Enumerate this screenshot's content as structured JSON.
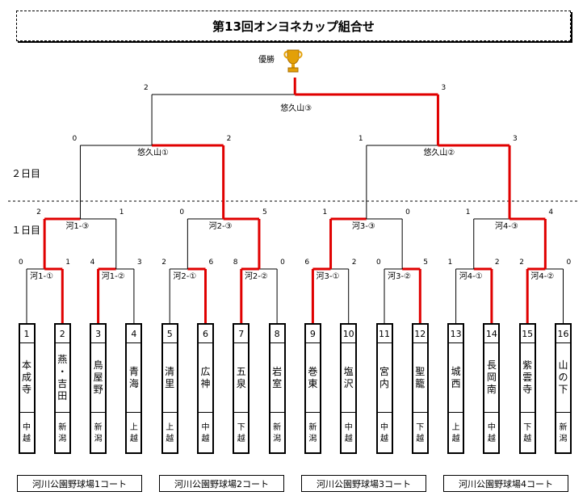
{
  "title": "第13回オンヨネカップ組合せ",
  "champion_label": "優勝",
  "day_labels": [
    "２日目",
    "１日目"
  ],
  "colors": {
    "winner_line": "#e00000",
    "line": "#000000",
    "trophy": "#e3a008"
  },
  "final": {
    "label": "悠久山③",
    "left_score": "2",
    "right_score": "3"
  },
  "semis": [
    {
      "label": "悠久山①",
      "left_score": "0",
      "right_score": "2"
    },
    {
      "label": "悠久山②",
      "left_score": "1",
      "right_score": "3"
    }
  ],
  "quarters": [
    {
      "label": "河1-③",
      "left_score": "2",
      "right_score": "1"
    },
    {
      "label": "河2-③",
      "left_score": "0",
      "right_score": "5"
    },
    {
      "label": "河3-③",
      "left_score": "1",
      "right_score": "0"
    },
    {
      "label": "河4-③",
      "left_score": "1",
      "right_score": "4"
    }
  ],
  "first_round": [
    {
      "label": "河1-①",
      "left_score": "0",
      "right_score": "1"
    },
    {
      "label": "河1-②",
      "left_score": "4",
      "right_score": "3"
    },
    {
      "label": "河2-①",
      "left_score": "2",
      "right_score": "6"
    },
    {
      "label": "河2-②",
      "left_score": "8",
      "right_score": "0"
    },
    {
      "label": "河3-①",
      "left_score": "6",
      "right_score": "2"
    },
    {
      "label": "河3-②",
      "left_score": "0",
      "right_score": "5"
    },
    {
      "label": "河4-①",
      "left_score": "1",
      "right_score": "2"
    },
    {
      "label": "河4-②",
      "left_score": "2",
      "right_score": "0"
    }
  ],
  "teams": [
    {
      "num": "1",
      "name": [
        "本",
        "成",
        "寺"
      ],
      "region": [
        "中",
        "越"
      ]
    },
    {
      "num": "2",
      "name": [
        "燕",
        "・",
        "吉",
        "田"
      ],
      "region": [
        "新",
        "潟"
      ]
    },
    {
      "num": "3",
      "name": [
        "鳥",
        "屋",
        "野"
      ],
      "region": [
        "新",
        "潟"
      ]
    },
    {
      "num": "4",
      "name": [
        "青",
        "海"
      ],
      "region": [
        "上",
        "越"
      ]
    },
    {
      "num": "5",
      "name": [
        "清",
        "里"
      ],
      "region": [
        "上",
        "越"
      ]
    },
    {
      "num": "6",
      "name": [
        "広",
        "神"
      ],
      "region": [
        "中",
        "越"
      ]
    },
    {
      "num": "7",
      "name": [
        "五",
        "泉"
      ],
      "region": [
        "下",
        "越"
      ]
    },
    {
      "num": "8",
      "name": [
        "岩",
        "室"
      ],
      "region": [
        "新",
        "潟"
      ]
    },
    {
      "num": "9",
      "name": [
        "巻",
        "東"
      ],
      "region": [
        "新",
        "潟"
      ]
    },
    {
      "num": "10",
      "name": [
        "塩",
        "沢"
      ],
      "region": [
        "中",
        "越"
      ]
    },
    {
      "num": "11",
      "name": [
        "宮",
        "内"
      ],
      "region": [
        "中",
        "越"
      ]
    },
    {
      "num": "12",
      "name": [
        "聖",
        "籠"
      ],
      "region": [
        "下",
        "越"
      ]
    },
    {
      "num": "13",
      "name": [
        "城",
        "西"
      ],
      "region": [
        "上",
        "越"
      ]
    },
    {
      "num": "14",
      "name": [
        "長",
        "岡",
        "南"
      ],
      "region": [
        "中",
        "越"
      ]
    },
    {
      "num": "15",
      "name": [
        "紫",
        "雲",
        "寺"
      ],
      "region": [
        "下",
        "越"
      ]
    },
    {
      "num": "16",
      "name": [
        "山",
        "の",
        "下"
      ],
      "region": [
        "新",
        "潟"
      ]
    }
  ],
  "courts": [
    "河川公園野球場1コート",
    "河川公園野球場2コート",
    "河川公園野球場3コート",
    "河川公園野球場4コート"
  ]
}
